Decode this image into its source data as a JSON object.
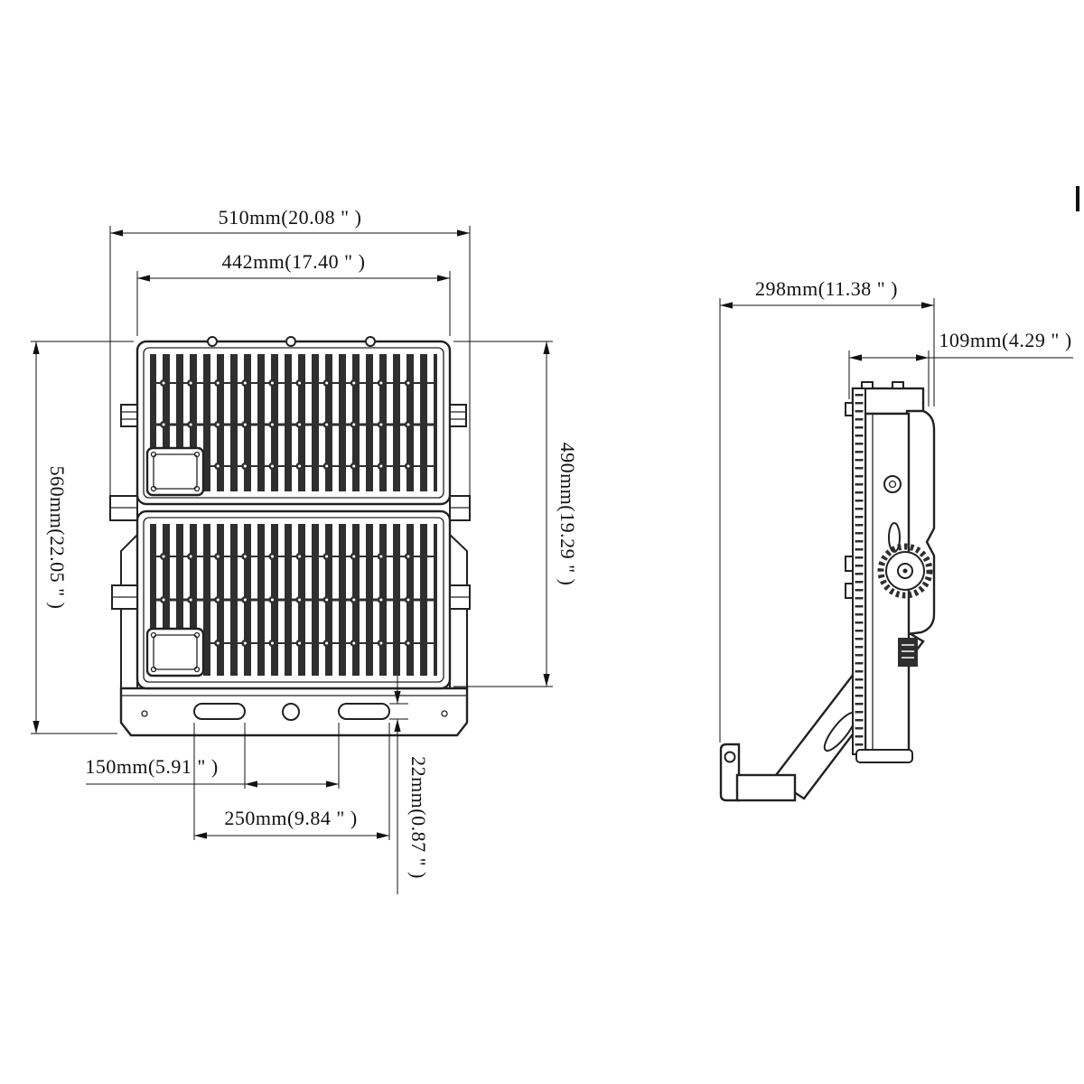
{
  "drawing": {
    "title": "floodlight-dimension-drawing",
    "front": {
      "width_outer": "510mm(20.08 \" )",
      "width_inner": "442mm(17.40 \" )",
      "height_outer": "560mm(22.05 \" )",
      "height_visible": "490mm(19.29 \" )",
      "slot_inner_spacing": "150mm(5.91 \" )",
      "slot_outer_spacing": "250mm(9.84 \" )",
      "slot_height": "22mm(0.87 \" )"
    },
    "side": {
      "depth_overall": "298mm(11.38 \" )",
      "depth_body": "109mm(4.29 \" )"
    }
  }
}
